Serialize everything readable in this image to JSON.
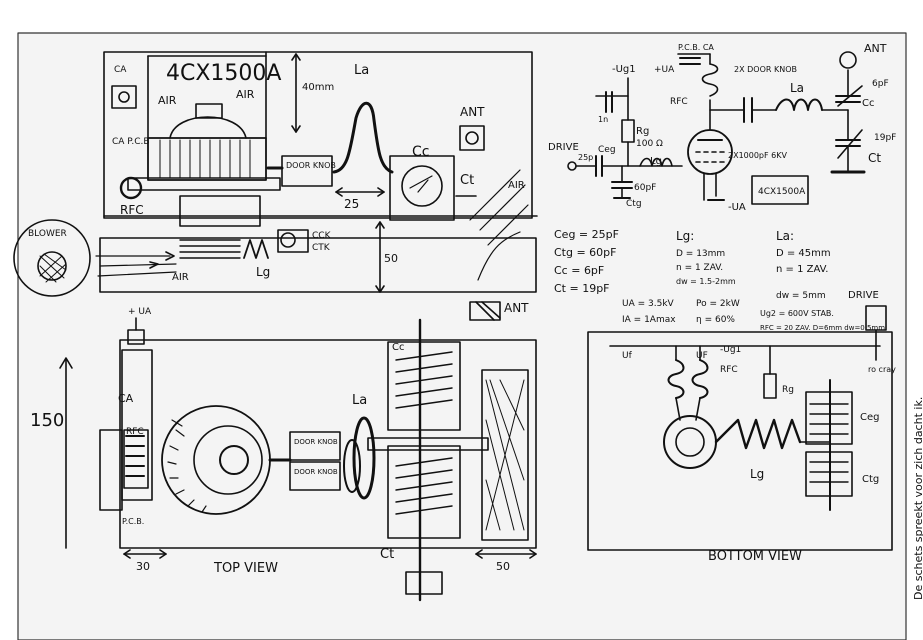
{
  "tube": "4CX1500A",
  "labels": {
    "air": "AIR",
    "ant": "ANT",
    "la": "La",
    "lg": "Lg",
    "cc": "Cc",
    "ct": "Ct",
    "ca": "CA",
    "ca_pcb": "CA P.C.B",
    "rfc": "RFC",
    "door_knob": "DOOR KNOB",
    "door_knob_2": "DOOR KNOB",
    "cck": "CCK",
    "ctk": "CTK",
    "blower": "BLOWER",
    "uf": "UF",
    "ua_plus": "+ UA",
    "pcb": "P.C.B.",
    "top_view": "TOP VIEW",
    "bottom_view": "BOTTOM VIEW",
    "drive": "DRIVE",
    "drive_2": "DRIVE",
    "ug1": "-Ug1",
    "ug1_2": "-Ug1",
    "plus_ua": "+UA",
    "minus_ua": "-UA",
    "rg": "Rg",
    "rg_value": "100 Ω",
    "ceg": "Ceg",
    "ctg": "Ctg",
    "ctg_value": "60pF",
    "c_25p": "25p",
    "c_1n": "1n",
    "cc_value": "6pF",
    "ct_value": "19pF",
    "coupling_cap": "2X1000pF 6KV",
    "ca_pcb_small": "P.C.B. CA",
    "door_knob_small": "2X DOOR KNOB",
    "rfc_small": "RFC",
    "uf_small": "Uf",
    "ceg_small": "Ceg",
    "ctg_small": "Ctg",
    "rg_small": "Rg",
    "ro_cray": "ro cray"
  },
  "dimensions": {
    "d40": "40mm",
    "d25": "25",
    "d50": "50",
    "d150": "150",
    "d30": "30",
    "d50b": "50"
  },
  "specs": {
    "ceg": "Ceg = 25pF",
    "ctg": "Ctg = 60pF",
    "cc": "Cc = 6pF",
    "ct": "Ct = 19pF",
    "lg_title": "Lg:",
    "lg_d": "D = 13mm",
    "lg_n": "n = 1 ZAV.",
    "lg_dw": "dw = 1.5-2mm",
    "la_title": "La:",
    "la_d": "D = 45mm",
    "la_n": "n = 1 ZAV.",
    "la_dw": "dw = 5mm",
    "ua": "UA = 3.5kV",
    "ia": "IA = 1Amax",
    "po": "Po = 2kW",
    "eta": "η = 60%",
    "ug2": "Ug2 = 600V STAB.",
    "rfc_spec": "RFC = 20 ZAV. D=6mm dw=0.5mm"
  },
  "caption": "De schets spreekt voor zich dacht ik."
}
